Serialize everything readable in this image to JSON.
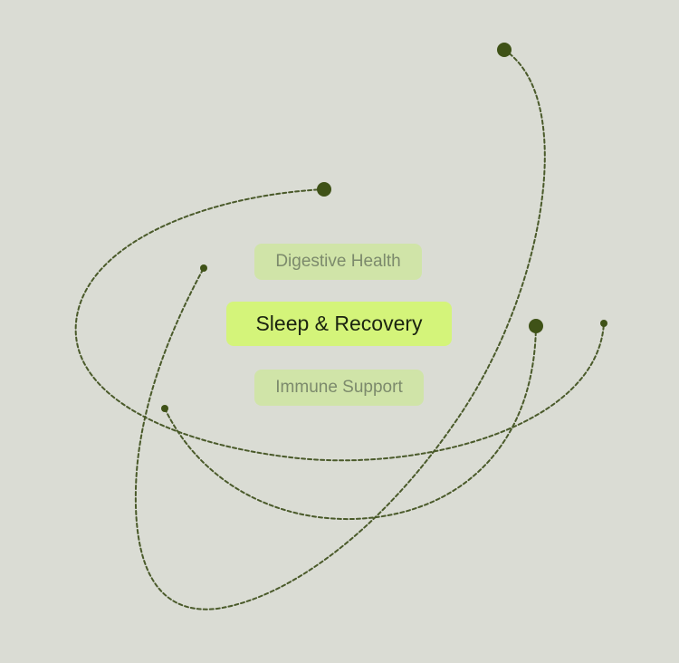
{
  "categories": {
    "items": [
      {
        "label": "Digestive Health",
        "state": "inactive"
      },
      {
        "label": "Sleep & Recovery",
        "state": "active"
      },
      {
        "label": "Immune Support",
        "state": "inactive"
      }
    ]
  },
  "colors": {
    "background": "#dadcd4",
    "active_pill": "#d4f47a",
    "inactive_pill": "#d0e4a8",
    "orbit_line": "#4a5a2a",
    "orbit_dot": "#3f5217"
  }
}
